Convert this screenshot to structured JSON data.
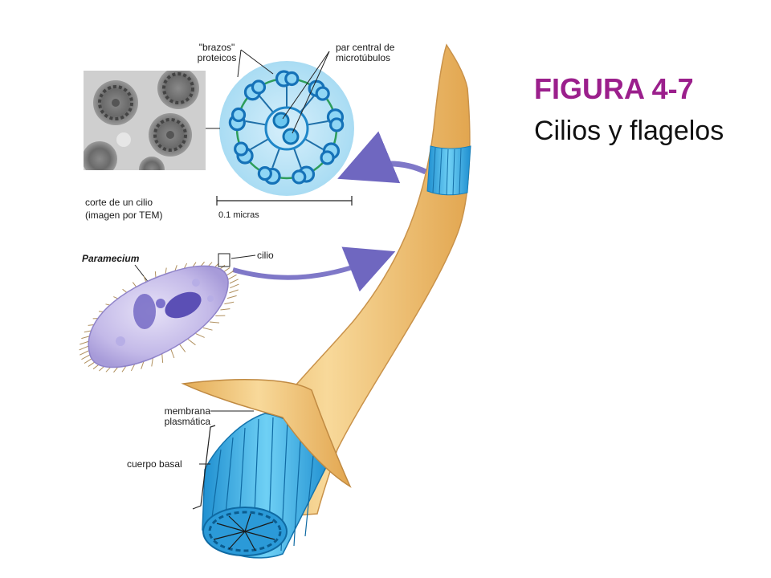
{
  "figure": {
    "number": "FIGURA 4-7",
    "caption": "Cilios y flagelos"
  },
  "labels": {
    "protein_arms": "\"brazos\" proteicos",
    "central_pair": "par central de microtúbulos",
    "cross_section_caption_line1": "corte de un cilio",
    "cross_section_caption_line2": "(imagen por TEM)",
    "scale_bar": "0.1 micras",
    "organism": "Paramecium",
    "cilium": "cilio",
    "membrane": "membrana plasmática",
    "basal_body": "cuerpo basal"
  },
  "colors": {
    "title": "#9b1f8c",
    "flagellum": "#f0c57a",
    "microtubules": "#2aa3e0",
    "cross_section_bg": "#bfe4f6",
    "arrow": "#7f78c8",
    "paramecium": "#c8c0ea"
  }
}
